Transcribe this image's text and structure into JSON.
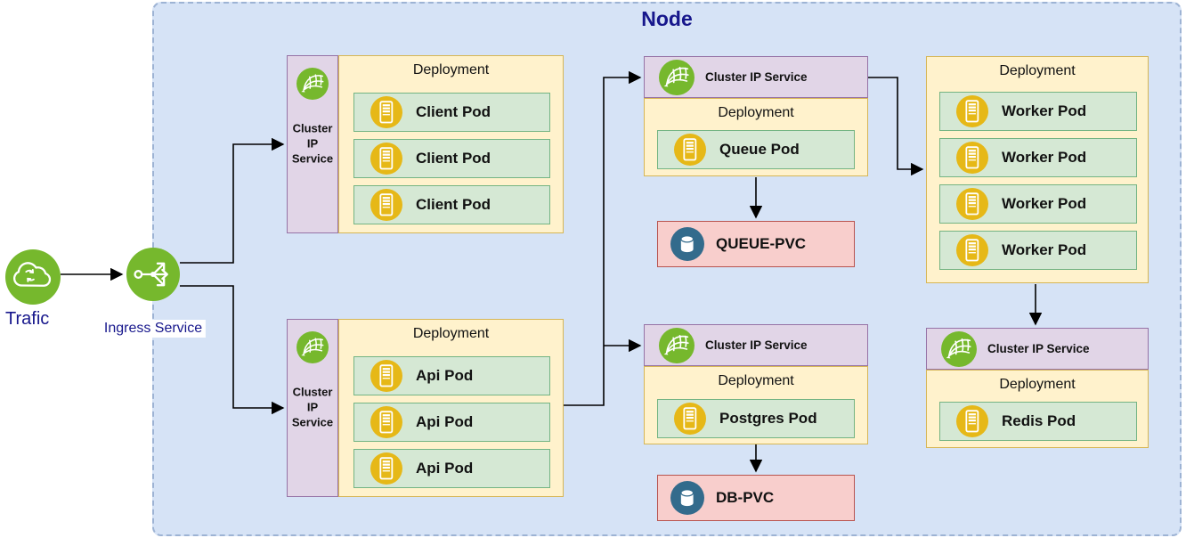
{
  "node": {
    "title": "Node"
  },
  "traffic": {
    "label": "Trafic"
  },
  "ingress": {
    "label": "Ingress Service"
  },
  "client_group": {
    "service": "Cluster IP Service",
    "deployment": "Deployment",
    "pods": [
      "Client Pod",
      "Client Pod",
      "Client Pod"
    ]
  },
  "api_group": {
    "service": "Cluster IP Service",
    "deployment": "Deployment",
    "pods": [
      "Api Pod",
      "Api Pod",
      "Api Pod"
    ]
  },
  "queue_group": {
    "service": "Cluster IP Service",
    "deployment": "Deployment",
    "pods": [
      "Queue Pod"
    ],
    "pvc": "QUEUE-PVC"
  },
  "postgres_group": {
    "service": "Cluster IP Service",
    "deployment": "Deployment",
    "pods": [
      "Postgres Pod"
    ],
    "pvc": "DB-PVC"
  },
  "worker_group": {
    "deployment": "Deployment",
    "pods": [
      "Worker Pod",
      "Worker Pod",
      "Worker Pod",
      "Worker Pod"
    ]
  },
  "redis_group": {
    "service": "Cluster IP Service",
    "deployment": "Deployment",
    "pods": [
      "Redis Pod"
    ]
  },
  "icons": {
    "traffic": "cloud-icon",
    "ingress": "ingress-arrows-icon",
    "service": "mesh-icon",
    "pod": "server-icon",
    "pvc": "database-icon"
  },
  "colors": {
    "node_fill": "#d6e3f6",
    "node_border": "#9db3d4",
    "title_text": "#17178c",
    "service_fill": "#e1d5e7",
    "service_border": "#9673a6",
    "deployment_fill": "#fff2cc",
    "deployment_border": "#d6b656",
    "pod_fill": "#d5e8d4",
    "pod_border": "#74b483",
    "pvc_fill": "#f8cecc",
    "pvc_border": "#b85450",
    "icon_green": "#76b82d",
    "icon_gold": "#e6b817",
    "icon_blue": "#336b8c",
    "arrow": "#000000"
  }
}
